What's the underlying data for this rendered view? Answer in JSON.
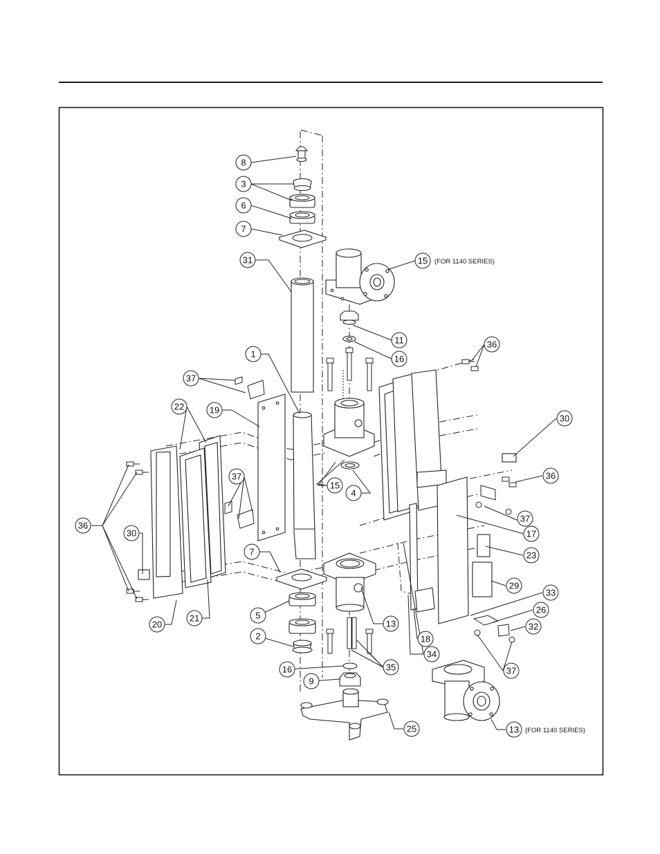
{
  "diagram": {
    "callouts": {
      "c8": "8",
      "c3": "3",
      "c6": "6",
      "c7a": "7",
      "c31": "31",
      "c15a": "15",
      "c11": "11",
      "c16a": "16",
      "c36a": "36",
      "c1": "1",
      "c37a": "37",
      "c22": "22",
      "c19": "19",
      "c30a": "30",
      "c37b": "37",
      "c36b": "36",
      "c15b": "15",
      "c4": "4",
      "c36c": "36",
      "c30b": "30",
      "c37c": "37",
      "c17": "17",
      "c7b": "7",
      "c23": "23",
      "c29": "29",
      "c33": "33",
      "c5": "5",
      "c13a": "13",
      "c26": "26",
      "c32": "32",
      "c20": "20",
      "c21": "21",
      "c2": "2",
      "c18": "18",
      "c37d": "37",
      "c34": "34",
      "c16b": "16",
      "c35": "35",
      "c9": "9",
      "c25": "25",
      "c13b": "13"
    },
    "notes": {
      "series_top": "(FOR 1140 SERIES)",
      "series_bottom": "(FOR 1140 SERIES)"
    }
  }
}
